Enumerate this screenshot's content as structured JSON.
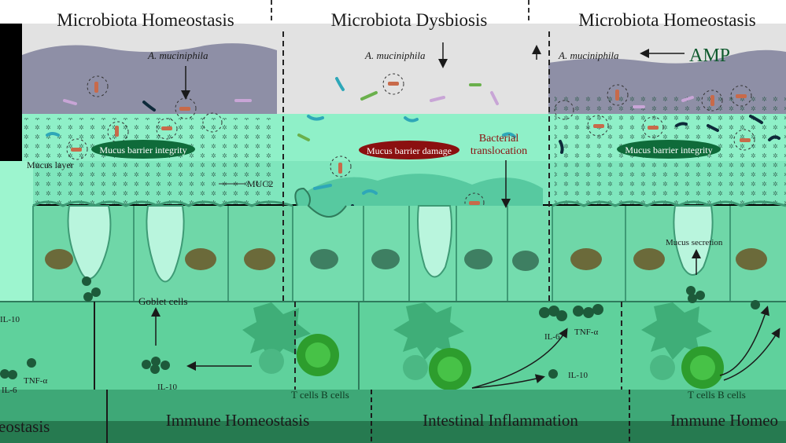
{
  "headers": {
    "left": "Microbiota Homeostasis",
    "middle": "Microbiota Dysbiosis",
    "right": "Microbiota Homeostasis"
  },
  "bacteria_labels": {
    "left": "A. muciniphila",
    "middle": "A. muciniphila",
    "right": "A. muciniphila"
  },
  "amp_label": "AMP",
  "barrier_labels": {
    "left": "Mucus barrier integrity",
    "middle": "Mucus barrier damage",
    "right": "Mucus barrier integrity"
  },
  "bacterial_translocation": "Bacterial\ntranslocation",
  "mucus_layer_label": "Mucus layer",
  "muc2_label": "MUC2",
  "goblet_cells_label": "Goblet cells",
  "mucus_secretion_label": "Mucus secretion",
  "cytokines": {
    "il10_left_top": "IL-10",
    "tnf_left": "TNF-α",
    "il6_left": "IL-6",
    "il10_center_left": "IL-10",
    "il6_middle": "IL-6",
    "tnf_middle": "TNF-α",
    "il10_middle": "IL-10"
  },
  "cell_labels": {
    "left": "T cells  B cells",
    "right": "T cells  B cells"
  },
  "footers": {
    "far_left": "eostasis",
    "left": "Immune Homeostasis",
    "middle": "Intestinal Inflammation",
    "right": "Immune Homeo"
  },
  "colors": {
    "lumen_gray": "#d8d8d8",
    "mucus_mint": "#8ff0c8",
    "epithelium_green": "#6fd7a8",
    "nucleus_brown": "#6b6a3a",
    "immune_bg": "#5fd19c",
    "footer_bg": "#3ea877",
    "barrier_ok": "#0f6b3a",
    "barrier_bad": "#8b1010"
  }
}
